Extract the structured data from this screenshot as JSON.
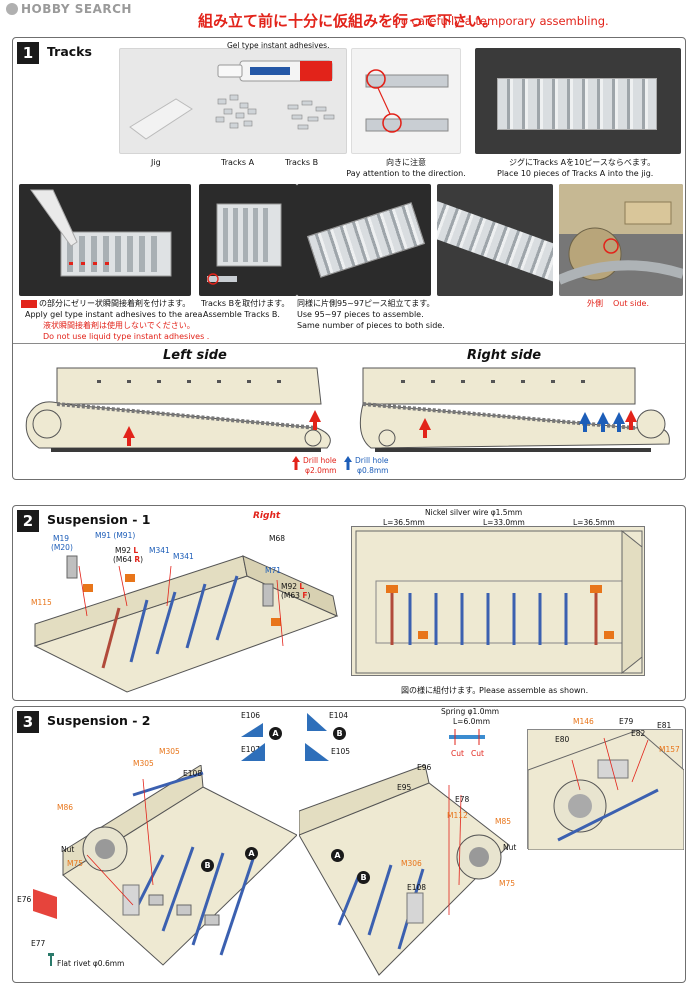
{
  "watermark": "HOBBY SEARCH",
  "header": {
    "jp": "組み立て前に十分に仮組みを行って下さい。",
    "en": "Do carefully a temporary assembling."
  },
  "step1": {
    "number": "1",
    "title": "Tracks",
    "glue_label": "Gel type instant adhesives.",
    "jig_label": "Jig",
    "tracks_a_label": "Tracks A",
    "tracks_b_label": "Tracks B",
    "direction_jp": "向きに注意",
    "direction_en": "Pay attention to the direction.",
    "jig_jp": "ジグにTracks Aを10ピースならべます。",
    "jig_en": "Place 10 pieces of Tracks A into the jig.",
    "apply_jp": "の部分にゼリー状瞬間接着剤を付けます。",
    "apply_en": "Apply gel type instant adhesives to the area.",
    "noliquid_jp": "液状瞬間接着剤は使用しないでください。",
    "noliquid_en": "Do not use liquid type instant adhesives .",
    "attach_jp": "Tracks Bを取付けます。",
    "attach_en": "Assemble Tracks B.",
    "same_jp": "同様に片側95~97ピース組立てます。",
    "same_en1": "Use 95~97 pieces to assemble.",
    "same_en2": "Same number of pieces to both side.",
    "outside_jp": "外側",
    "outside_en": "Out side.",
    "left_side": "Left side",
    "right_side": "Right side",
    "drill_red_label": "Drill hole",
    "drill_red_size": "φ2.0mm",
    "drill_blue_label": "Drill hole",
    "drill_blue_size": "φ0.8mm"
  },
  "step2": {
    "number": "2",
    "title": "Suspension - 1",
    "right_label": "Right",
    "parts": {
      "m19": "M19",
      "m20": "(M20)",
      "m91": "M91",
      "m91b": "(M91)",
      "m92l": "M92",
      "m64r": "(M64",
      "m341a": "M341",
      "m341b": "M341",
      "m68": "M68",
      "m71": "M71",
      "m92l2": "M92",
      "m63": "(M63",
      "m115": "M115",
      "l_tag": "L",
      "r_tag": "R",
      "r_close": ")",
      "f_tag": "F",
      "f_close": ")"
    },
    "nickel_wire": "Nickel silver wire φ1.5mm",
    "len_left": "L=36.5mm",
    "len_mid": "L=33.0mm",
    "len_right": "L=36.5mm",
    "assemble_jp": "図の様に組付けます。",
    "assemble_en": "Please assemble as shown."
  },
  "step3": {
    "number": "3",
    "title": "Suspension - 2",
    "parts": {
      "e106": "E106",
      "e104": "E104",
      "e107": "E107",
      "e105": "E105",
      "a1": "A",
      "b1": "B",
      "a2": "A",
      "b2": "B",
      "a3": "A",
      "b3": "B",
      "a4": "A",
      "b4": "B",
      "m305a": "M305",
      "m305b": "M305",
      "e108": "E108",
      "m86a": "M86",
      "nut_l": "Nut",
      "m75a": "M75",
      "e76": "E76",
      "e77": "E77",
      "rivet": "Flat rivet  φ0.6mm",
      "spring": "Spring  φ1.0mm",
      "spring_len": "L=6.0mm",
      "cut1": "Cut",
      "cut2": "Cut",
      "e96": "E96",
      "e95": "E95",
      "e78": "E78",
      "m112": "M112",
      "m85": "M85",
      "nut_r": "Nut",
      "m75b": "M75",
      "m306": "M306",
      "e108b": "E108",
      "m146": "M146",
      "e79": "E79",
      "e81": "E81",
      "e82": "E82",
      "e80": "E80",
      "m157": "M157"
    }
  },
  "colors": {
    "red": "#e2231a",
    "blue": "#1c5db8",
    "orange": "#e8751a",
    "hull": "#eee9d2"
  }
}
